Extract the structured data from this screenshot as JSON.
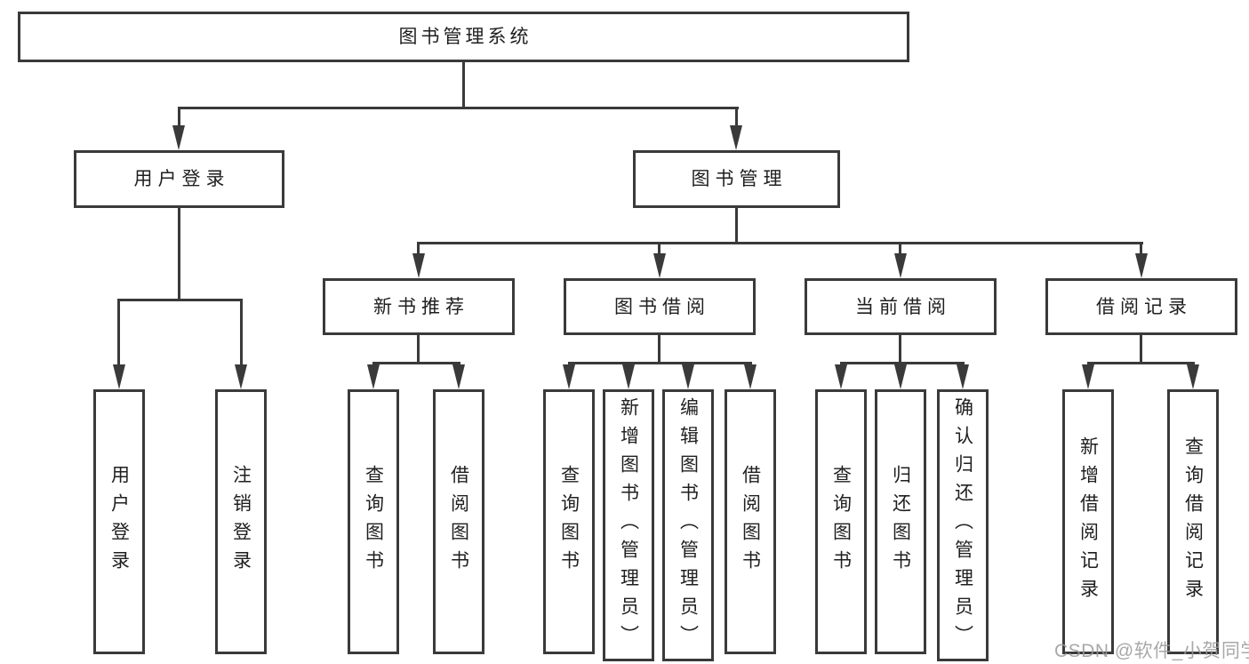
{
  "colors": {
    "line": "#3a3a3a",
    "box_border": "#3a3a3a",
    "box_background": "#ffffff",
    "text": "#1f1f1f",
    "watermark": "#9a9a9a"
  },
  "watermark": {
    "text": "CSDN @软件_小贺同学"
  },
  "tree": {
    "root": {
      "label": "图书管理系统",
      "children": [
        {
          "label": "用户登录",
          "children": [
            {
              "label": "用户登录"
            },
            {
              "label": "注销登录"
            }
          ]
        },
        {
          "label": "图书管理",
          "children": [
            {
              "label": "新书推荐",
              "children": [
                {
                  "label": "查询图书"
                },
                {
                  "label": "借阅图书"
                }
              ]
            },
            {
              "label": "图书借阅",
              "children": [
                {
                  "label": "查询图书"
                },
                {
                  "label": "新增图书（管理员）"
                },
                {
                  "label": "编辑图书（管理员）"
                },
                {
                  "label": "借阅图书"
                }
              ]
            },
            {
              "label": "当前借阅",
              "children": [
                {
                  "label": "查询图书"
                },
                {
                  "label": "归还图书"
                },
                {
                  "label": "确认归还（管理员）"
                }
              ]
            },
            {
              "label": "借阅记录",
              "children": [
                {
                  "label": "新增借阅记录"
                },
                {
                  "label": "查询借阅记录"
                }
              ]
            }
          ]
        }
      ]
    }
  }
}
